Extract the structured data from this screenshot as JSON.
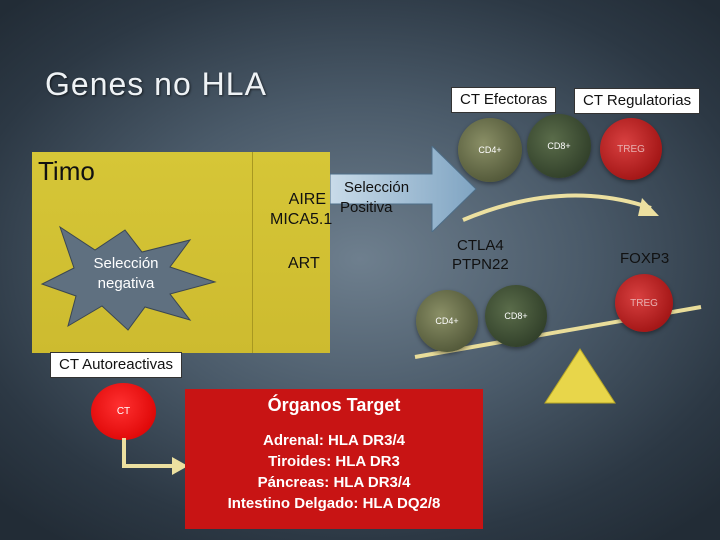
{
  "title": "Genes no HLA",
  "timo": {
    "label": "Timo",
    "aire_line1": "AIRE",
    "aire_line2": "MICA5.1",
    "art": "ART",
    "seleccion_negativa_line1": "Selección",
    "seleccion_negativa_line2": "negativa"
  },
  "seleccion_positiva": {
    "line1": "Selección",
    "line2": "Positiva"
  },
  "ct_efectoras": "CT  Efectoras",
  "ct_regulatorias": "CT  Regulatorias",
  "cells_top": {
    "cd4": "CD4+",
    "cd8": "CD8+",
    "treg": "TREG"
  },
  "cells_bottom": {
    "cd4": "CD4+",
    "cd8": "CD8+",
    "treg": "TREG"
  },
  "ctla": {
    "line1": "CTLA4",
    "line2": "PTPN22"
  },
  "foxp3": "FOXP3",
  "ct_autoreactivas": "CT  Autoreactivas",
  "ct_cell": "CT",
  "organos": {
    "heading": "Órganos Target",
    "lines": [
      "Adrenal: HLA DR3/4",
      "Tiroides: HLA DR3",
      "Páncreas: HLA DR3/4",
      "Intestino Delgado: HLA DQ2/8"
    ]
  },
  "colors": {
    "timo": "#d0be32",
    "organos": "#c81414",
    "ct_cell": "#e10a0a",
    "fulcrum": "#e8d64a"
  }
}
